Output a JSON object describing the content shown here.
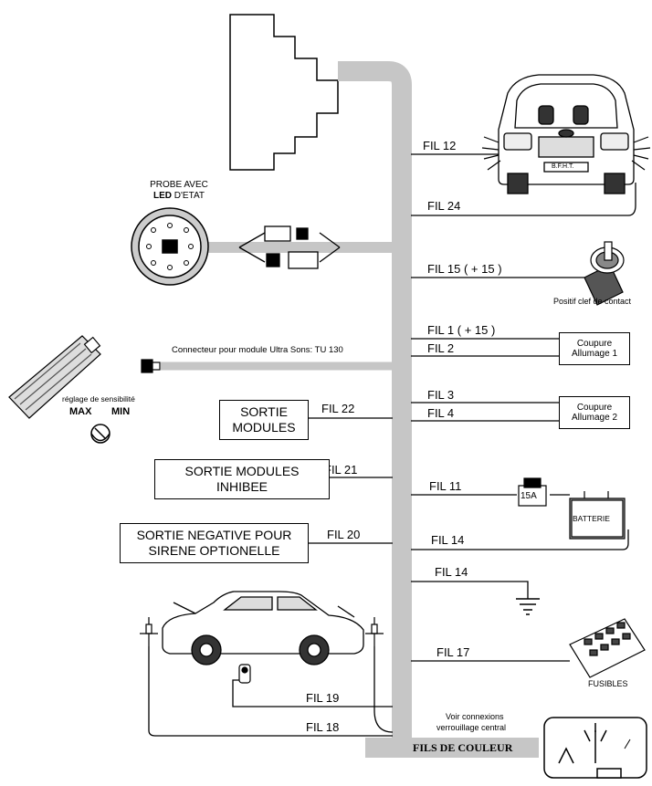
{
  "probe": {
    "title_line1": "PROBE AVEC",
    "title_led": "LED",
    "title_rest": " D'ETAT"
  },
  "wires": {
    "fil12": "FIL  12",
    "fil24": "FIL  24",
    "fil15": "FIL 15  ( + 15 )",
    "fil1": "FIL 1  ( + 15 )",
    "fil2": "FIL 2",
    "fil3": "FIL 3",
    "fil4": "FIL 4",
    "fil22": "FIL 22",
    "fil21": "FIL 21",
    "fil11": "FIL 11",
    "fil20": "FIL 20",
    "fil14a": "FIL 14",
    "fil14b": "FIL 14",
    "fil17": "FIL 17",
    "fil19": "FIL 19",
    "fil18": "FIL 18"
  },
  "labels": {
    "ignition_key": "Positif clef de contact",
    "ultrasons": "Connecteur pour module Ultra Sons: TU 130",
    "sensitivity": "réglage de sensibilité",
    "max": "MAX",
    "min": "MIN",
    "fuse_15a": "15A",
    "battery": "BATTERIE",
    "fuses": "FUSIBLES",
    "central_lock_1": "Voir connexions",
    "central_lock_2": "verrouillage central",
    "fils_couleur": "FILS DE COULEUR",
    "car_plate": "B.F.H.T."
  },
  "boxes": {
    "coupure1_l1": "Coupure",
    "coupure1_l2": "Allumage 1",
    "coupure2_l1": "Coupure",
    "coupure2_l2": "Allumage 2",
    "sortie_modules_l1": "SORTIE",
    "sortie_modules_l2": "MODULES",
    "sortie_inhibee_l1": "SORTIE MODULES",
    "sortie_inhibee_l2": "INHIBEE",
    "sortie_negative_l1": "SORTIE NEGATIVE POUR",
    "sortie_negative_l2": "SIRENE OPTIONELLE"
  }
}
